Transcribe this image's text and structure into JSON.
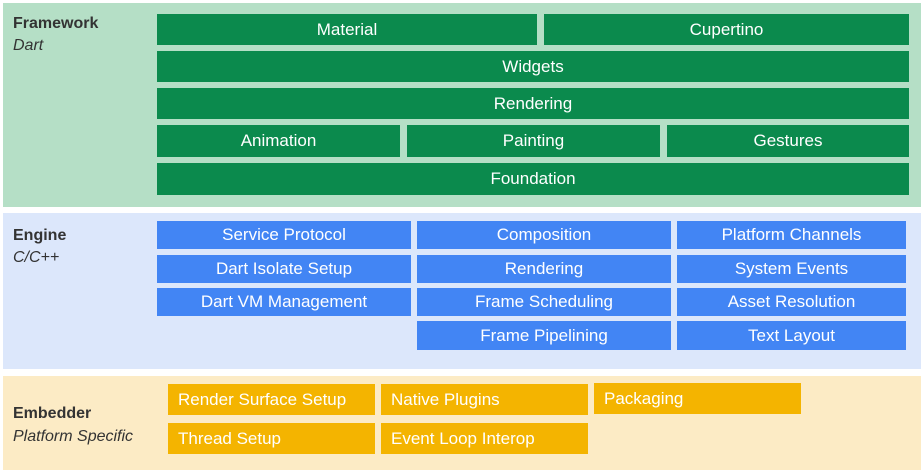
{
  "framework": {
    "title": "Framework",
    "subtitle": "Dart",
    "color": "#0b8a4d",
    "row1": [
      "Material",
      "Cupertino"
    ],
    "row2": "Widgets",
    "row3": "Rendering",
    "row4": [
      "Animation",
      "Painting",
      "Gestures"
    ],
    "row5": "Foundation"
  },
  "engine": {
    "title": "Engine",
    "subtitle": "C/C++",
    "color": "#4285f4",
    "col1": [
      "Service Protocol",
      "Dart Isolate Setup",
      "Dart VM Management"
    ],
    "col2": [
      "Composition",
      "Rendering",
      "Frame Scheduling",
      "Frame Pipelining"
    ],
    "col3": [
      "Platform Channels",
      "System Events",
      "Asset Resolution",
      "Text Layout"
    ]
  },
  "embedder": {
    "title": "Embedder",
    "subtitle": "Platform Specific",
    "color": "#f4b400",
    "row1": [
      "Render Surface Setup",
      "Native Plugins",
      "Packaging"
    ],
    "row2": [
      "Thread Setup",
      "Event Loop Interop"
    ]
  }
}
